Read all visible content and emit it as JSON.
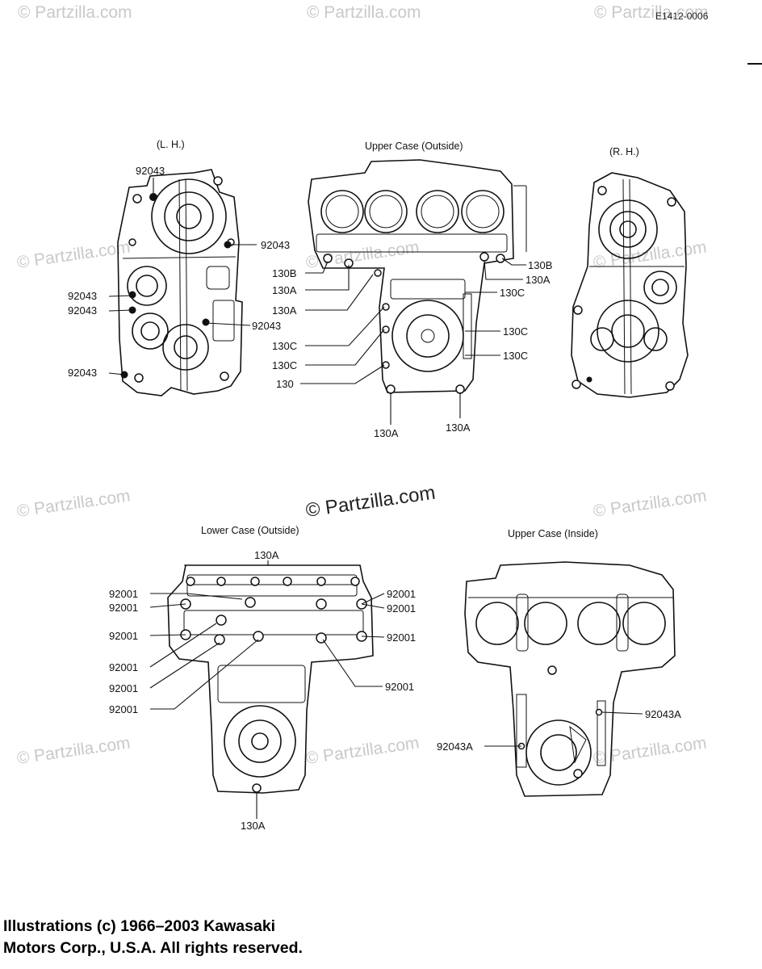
{
  "diagram_code": "E1412-0006",
  "watermarks": {
    "corner": "© Partzilla.com",
    "center": "© Partzilla.com"
  },
  "views": {
    "lh": "(L. H.)",
    "upper_outside": "Upper Case (Outside)",
    "rh": "(R. H.)",
    "lower_outside": "Lower Case (Outside)",
    "upper_inside": "Upper Case (Inside)"
  },
  "callouts": {
    "lh": [
      "92043",
      "92043",
      "92043",
      "92043",
      "92043",
      "92043"
    ],
    "upper_left": [
      "130B",
      "130A",
      "130A",
      "130C",
      "130C",
      "130"
    ],
    "upper_right": [
      "130B",
      "130A",
      "130C",
      "130C",
      "130C"
    ],
    "upper_bottom": [
      "130A",
      "130A"
    ],
    "lower_top": "130A",
    "lower_left": [
      "92001",
      "92001",
      "92001",
      "92001",
      "92001",
      "92001"
    ],
    "lower_right": [
      "92001",
      "92001",
      "92001",
      "92001"
    ],
    "lower_bottom": "130A",
    "inside_right": "92043A",
    "inside_left": "92043A"
  },
  "copyright": {
    "line1": "Illustrations (c) 1966–2003 Kawasaki",
    "line2": "Motors Corp., U.S.A.  All rights reserved."
  }
}
